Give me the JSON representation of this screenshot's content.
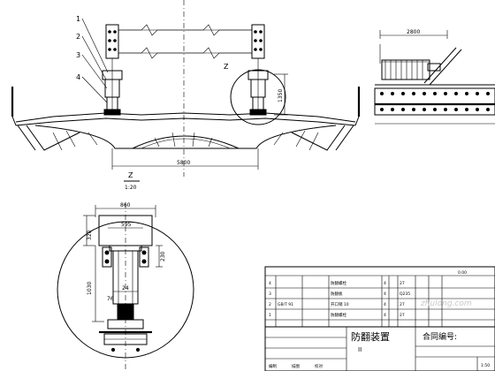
{
  "drawing": {
    "part_labels": [
      "1",
      "2",
      "3",
      "4"
    ],
    "main_view": {
      "width_dim": "5800",
      "detail_callout": "Z",
      "height_dim": "1350"
    },
    "detail_view": {
      "title": "Z",
      "scale": "1:20",
      "dims": [
        "860",
        "595",
        "320",
        "230",
        "1030",
        "24",
        "76"
      ]
    },
    "side_view": {
      "width_dim": "2800"
    },
    "title_block": {
      "rows": [
        {
          "no": "4",
          "code": "",
          "name": "防翻螺栓",
          "qty": "4",
          "material": "27"
        },
        {
          "no": "3",
          "code": "",
          "name": "防翻板",
          "qty": "4",
          "material": "Q235"
        },
        {
          "no": "2",
          "code": "GB/T 91",
          "name": "开口销 10",
          "qty": "4",
          "material": "27"
        },
        {
          "no": "1",
          "code": "",
          "name": "防翻螺栓",
          "qty": "4",
          "material": "27"
        }
      ],
      "header_code": "0.00",
      "drawing_name": "防翻装置",
      "drawing_roman": "II",
      "contract_label": "合同编号:",
      "scale_value": "1:50",
      "footer_cells": [
        "编制",
        "描图",
        "校对"
      ]
    },
    "watermark": "zhulong.com"
  }
}
